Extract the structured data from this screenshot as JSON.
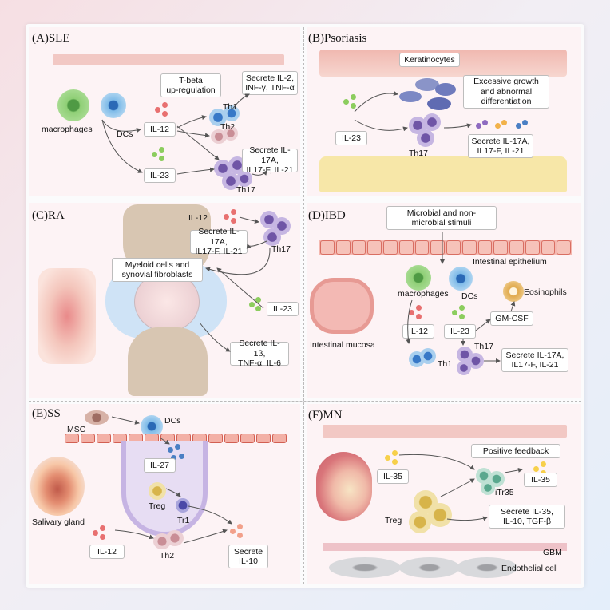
{
  "panels": {
    "sle": {
      "title": "(A)SLE",
      "macrophages": "macrophages",
      "dcs": "DCs",
      "tbeta": "T-beta\nup-regulation",
      "il12": "IL-12",
      "il23": "IL-23",
      "th1": "Th1",
      "th2": "Th2",
      "th17": "Th17",
      "secrete1": "Secrete IL-2,\nINF-γ, TNF-α",
      "secrete2": "Secrete IL-17A,\nIL17-F, IL-21"
    },
    "psoriasis": {
      "title": "(B)Psoriasis",
      "keratinocytes": "Keratinocytes",
      "excessive": "Excessive growth\nand abnormal\ndifferentiation",
      "il23": "IL-23",
      "th17": "Th17",
      "secrete": "Secrete IL-17A,\nIL17-F, IL-21"
    },
    "ra": {
      "title": "(C)RA",
      "il12": "IL-12",
      "secrete1": "Secrete IL-17A,\nIL17-F, IL-21",
      "th17": "Th17",
      "myeloid": "Myeloid cells and\nsynovial fibroblasts",
      "il23": "IL-23",
      "secrete2": "Secrete IL-1β,\nTNF-α, IL-6"
    },
    "ibd": {
      "title": "(D)IBD",
      "stimuli": "Microbial and non-\nmicrobial stimuli",
      "epithelium": "Intestinal epithelium",
      "macrophages": "macrophages",
      "dcs": "DCs",
      "eosinophils": "Eosinophils",
      "gmcsf": "GM-CSF",
      "il12": "IL-12",
      "il23": "IL-23",
      "th17": "Th17",
      "th1": "Th1",
      "mucosa": "Intestinal mucosa",
      "secrete": "Secrete IL-17A,\nIL17-F, IL-21"
    },
    "ss": {
      "title": "(E)SS",
      "dcs": "DCs",
      "msc": "MSC",
      "il27": "IL-27",
      "treg": "Treg",
      "tr1": "Tr1",
      "salivary": "Salivary gland",
      "il12": "IL-12",
      "th2": "Th2",
      "secrete": "Secrete\nIL-10"
    },
    "mn": {
      "title": "(F)MN",
      "feedback": "Positive feedback",
      "il35a": "IL-35",
      "itr35": "iTr35",
      "il35b": "IL-35",
      "treg": "Treg",
      "secrete": "Secrete IL-35,\nIL-10,  TGF-β",
      "gbm": "GBM",
      "endothelial": "Endothelial cell"
    }
  },
  "colors": {
    "macrophage": "#7fbf6a",
    "dc": "#5aa0dc",
    "th_purple": "#9a86c4",
    "th2_pink": "#d3aab0",
    "skin_layer": "#f2c8c4",
    "fat_layer": "#f7e7a8",
    "epithelium": "#e07a6c",
    "bone": "#d8c6b2",
    "arrow": "#555555"
  },
  "icons": [
    "macrophage-cell-icon",
    "dendritic-cell-icon",
    "t-cell-icon",
    "cytokine-dots-icon",
    "keratinocyte-icon",
    "knee-joint-icon",
    "intestine-icon",
    "mouth-icon",
    "kidney-icon",
    "eosinophil-icon"
  ]
}
